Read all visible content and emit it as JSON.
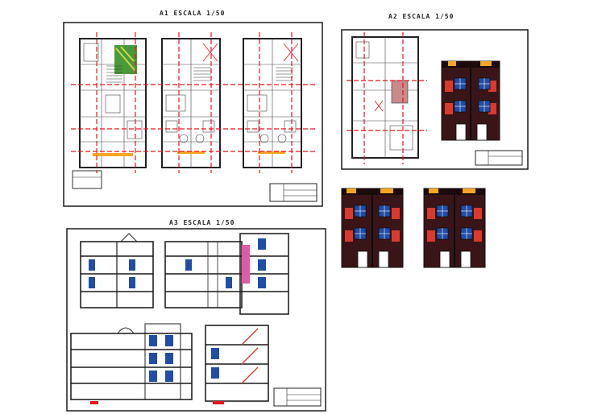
{
  "sheets": {
    "a1": {
      "title": "A1 ESCALA 1/50"
    },
    "a2": {
      "title": "A2 ESCALA 1/50"
    },
    "a3": {
      "title": "A3 ESCALA 1/50"
    }
  },
  "colors": {
    "linework": "#1a1a1a",
    "axis_line": "#e8141e",
    "wall": "#222222",
    "facade_wall": "#3a1518",
    "facade_accent": "#d93a2c",
    "window_blue": "#1f4da8",
    "sun_orange": "#f5a623",
    "stair_pink": "#e05aa5",
    "garden_green": "#4a9a3a"
  },
  "icons": {
    "title_block": "cad-title-block-icon",
    "north_arrow": "north-arrow-icon"
  }
}
